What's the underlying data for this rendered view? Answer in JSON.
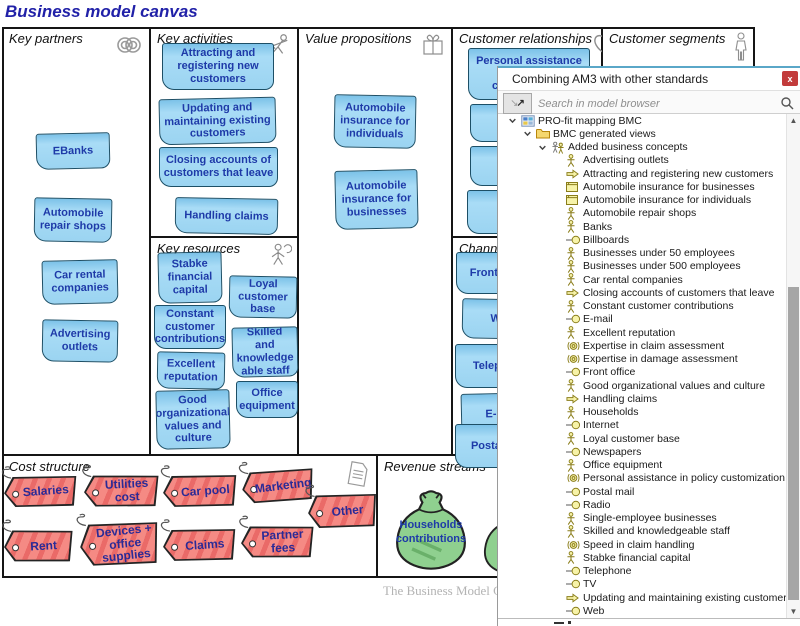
{
  "page": {
    "title": "Business model canvas",
    "watermark": "The Business Model C"
  },
  "canvas": {
    "key_partners": {
      "label": "Key partners",
      "notes": [
        "EBanks",
        "Automobile repair shops",
        "Car rental companies",
        "Advertising outlets"
      ]
    },
    "key_activities": {
      "label": "Key activities",
      "notes": [
        "Attracting and registering new customers",
        "Updating and maintaining existing customers",
        "Closing accounts of customers that leave",
        "Handling claims"
      ]
    },
    "key_resources": {
      "label": "Key resources",
      "notes": [
        "Stabke financial capital",
        "Loyal customer base",
        "Constant customer contributions",
        "Skilled and knowledgeable staff",
        "Excellent reputation",
        "Office equipment",
        "Good organizational values and culture"
      ]
    },
    "value_propositions": {
      "label": "Value propositions",
      "notes": [
        "Automobile insurance for individuals",
        "Automobile insurance for businesses"
      ]
    },
    "customer_relationships": {
      "label": "Customer relationships",
      "notes": [
        "Personal assistance in policy customization"
      ]
    },
    "customer_segments": {
      "label": "Customer segments"
    },
    "channels": {
      "label": "Channels",
      "notes": [
        "Front office",
        "Web",
        "Telephone",
        "E-mail",
        "Postal mail"
      ]
    },
    "cost_structure": {
      "label": "Cost structure",
      "tags": [
        "Salaries",
        "Utilities cost",
        "Car pool",
        "Marketing",
        "Other",
        "Rent",
        "Devices + office supplies",
        "Claims",
        "Partner fees"
      ]
    },
    "revenue_streams": {
      "label": "Revenue streams",
      "bags": [
        "Households contributions"
      ]
    }
  },
  "dialog": {
    "title": "Combining AM3 with other standards",
    "close_label": "x",
    "search_placeholder": "Search in model browser",
    "tree": [
      {
        "label": "PRO-fit mapping BMC",
        "icon": "model",
        "level": 0,
        "chev": true
      },
      {
        "label": "BMC generated views",
        "icon": "folder",
        "level": 1,
        "chev": true
      },
      {
        "label": "Added business concepts",
        "icon": "concepts",
        "level": 2,
        "chev": true
      },
      {
        "label": "Advertising outlets",
        "icon": "actor",
        "level": 3,
        "chev": false
      },
      {
        "label": "Attracting and registering new customers",
        "icon": "arrow",
        "level": 3,
        "chev": false
      },
      {
        "label": "Automobile insurance for businesses",
        "icon": "card",
        "level": 3,
        "chev": false
      },
      {
        "label": "Automobile insurance for individuals",
        "icon": "card",
        "level": 3,
        "chev": false
      },
      {
        "label": "Automobile repair shops",
        "icon": "actor",
        "level": 3,
        "chev": false
      },
      {
        "label": "Banks",
        "icon": "actor",
        "level": 3,
        "chev": false
      },
      {
        "label": "Billboards",
        "icon": "lollipop",
        "level": 3,
        "chev": false
      },
      {
        "label": "Businesses under 50 employees",
        "icon": "actor",
        "level": 3,
        "chev": false
      },
      {
        "label": "Businesses under 500 employees",
        "icon": "actor",
        "level": 3,
        "chev": false
      },
      {
        "label": "Car rental companies",
        "icon": "actor",
        "level": 3,
        "chev": false
      },
      {
        "label": "Closing accounts of customers that leave",
        "icon": "arrow",
        "level": 3,
        "chev": false
      },
      {
        "label": "Constant customer contributions",
        "icon": "actor",
        "level": 3,
        "chev": false
      },
      {
        "label": "E-mail",
        "icon": "lollipop",
        "level": 3,
        "chev": false
      },
      {
        "label": "Excellent reputation",
        "icon": "actor",
        "level": 3,
        "chev": false
      },
      {
        "label": "Expertise in claim assessment",
        "icon": "rings",
        "level": 3,
        "chev": false
      },
      {
        "label": "Expertise in damage assessment",
        "icon": "rings",
        "level": 3,
        "chev": false
      },
      {
        "label": "Front office",
        "icon": "lollipop",
        "level": 3,
        "chev": false
      },
      {
        "label": "Good organizational values and culture",
        "icon": "actor",
        "level": 3,
        "chev": false
      },
      {
        "label": "Handling claims",
        "icon": "arrow",
        "level": 3,
        "chev": false
      },
      {
        "label": "Households",
        "icon": "actor",
        "level": 3,
        "chev": false
      },
      {
        "label": "Internet",
        "icon": "lollipop",
        "level": 3,
        "chev": false
      },
      {
        "label": "Loyal customer base",
        "icon": "actor",
        "level": 3,
        "chev": false
      },
      {
        "label": "Newspapers",
        "icon": "lollipop",
        "level": 3,
        "chev": false
      },
      {
        "label": "Office equipment",
        "icon": "actor",
        "level": 3,
        "chev": false
      },
      {
        "label": "Personal assistance in policy customization",
        "icon": "rings",
        "level": 3,
        "chev": false
      },
      {
        "label": "Postal mail",
        "icon": "lollipop",
        "level": 3,
        "chev": false
      },
      {
        "label": "Radio",
        "icon": "lollipop",
        "level": 3,
        "chev": false
      },
      {
        "label": "Single-employee businesses",
        "icon": "actor",
        "level": 3,
        "chev": false
      },
      {
        "label": "Skilled and knowledgeable staff",
        "icon": "actor",
        "level": 3,
        "chev": false
      },
      {
        "label": "Speed in claim handling",
        "icon": "rings",
        "level": 3,
        "chev": false
      },
      {
        "label": "Stabke financial capital",
        "icon": "actor",
        "level": 3,
        "chev": false
      },
      {
        "label": "Telephone",
        "icon": "lollipop",
        "level": 3,
        "chev": false
      },
      {
        "label": "TV",
        "icon": "lollipop",
        "level": 3,
        "chev": false
      },
      {
        "label": "Updating and maintaining existing customers",
        "icon": "arrow",
        "level": 3,
        "chev": false
      },
      {
        "label": "Web",
        "icon": "lollipop",
        "level": 3,
        "chev": false
      }
    ]
  }
}
